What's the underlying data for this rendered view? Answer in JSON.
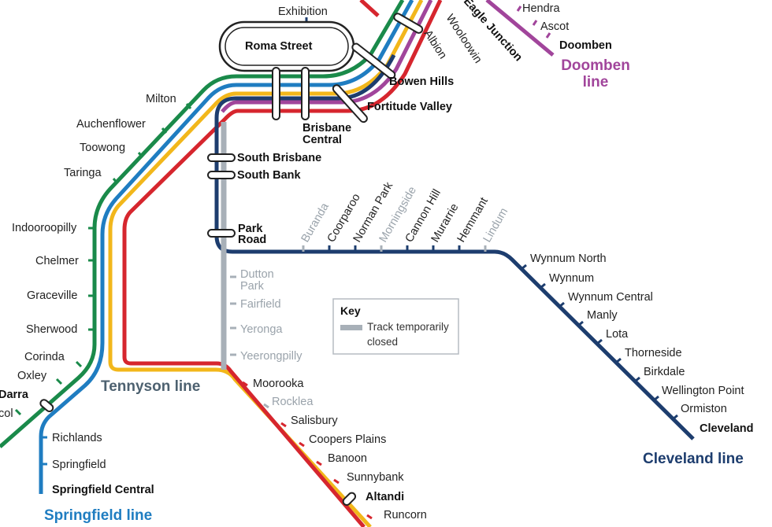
{
  "colors": {
    "green": "#1a8a4a",
    "blue": "#1f7dc1",
    "yellow": "#f2b71b",
    "red": "#d6262e",
    "navy": "#1d3d6e",
    "purple": "#a1459b",
    "closed": "#a8b0b8",
    "tennyson_label": "#4d6170"
  },
  "stations": {
    "exhibition": "Exhibition",
    "roma_street": "Roma Street",
    "eagle_junction": "Eagle Junction",
    "wooloowin": "Wooloowin",
    "albion": "Albion",
    "hendra": "Hendra",
    "ascot": "Ascot",
    "doomben": "Doomben",
    "bowen_hills": "Bowen Hills",
    "fortitude_valley": "Fortitude Valley",
    "brisbane_central_1": "Brisbane",
    "brisbane_central_2": "Central",
    "milton": "Milton",
    "auchenflower": "Auchenflower",
    "toowong": "Toowong",
    "taringa": "Taringa",
    "indooroopilly": "Indooroopilly",
    "chelmer": "Chelmer",
    "graceville": "Graceville",
    "sherwood": "Sherwood",
    "corinda": "Corinda",
    "oxley": "Oxley",
    "darra": "Darra",
    "wacol_partial": "col",
    "richlands": "Richlands",
    "springfield": "Springfield",
    "springfield_central": "Springfield Central",
    "south_brisbane": "South Brisbane",
    "south_bank": "South Bank",
    "park_road_1": "Park",
    "park_road_2": "Road",
    "dutton_park_1": "Dutton",
    "dutton_park_2": "Park",
    "fairfield": "Fairfield",
    "yeronga": "Yeronga",
    "yeerongpilly": "Yeerongpilly",
    "moorooka": "Moorooka",
    "rocklea": "Rocklea",
    "salisbury": "Salisbury",
    "coopers_plains": "Coopers Plains",
    "banoon": "Banoon",
    "sunnybank": "Sunnybank",
    "altandi": "Altandi",
    "runcorn": "Runcorn",
    "buranda": "Buranda",
    "coorparoo": "Coorparoo",
    "norman_park": "Norman Park",
    "morningside": "Morningside",
    "cannon_hill": "Cannon Hill",
    "murarrie": "Murarrie",
    "hemmant": "Hemmant",
    "lindum": "Lindum",
    "wynnum_north": "Wynnum North",
    "wynnum": "Wynnum",
    "wynnum_central": "Wynnum Central",
    "manly": "Manly",
    "lota": "Lota",
    "thorneside": "Thorneside",
    "birkdale": "Birkdale",
    "wellington_point": "Wellington Point",
    "ormiston": "Ormiston",
    "cleveland": "Cleveland"
  },
  "lines": {
    "doomben_1": "Doomben",
    "doomben_2": "line",
    "tennyson": "Tennyson line",
    "cleveland": "Cleveland line",
    "springfield": "Springfield line"
  },
  "key": {
    "title": "Key",
    "item_1": "Track temporarily",
    "item_2": "closed"
  }
}
